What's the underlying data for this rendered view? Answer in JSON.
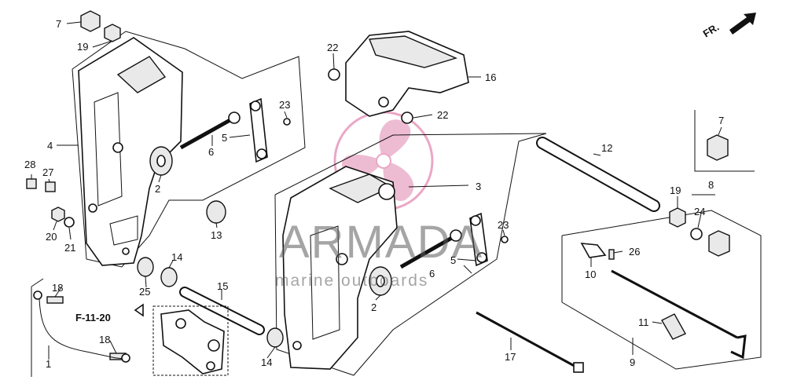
{
  "diagram": {
    "part_numbers": {
      "p1": "1",
      "p2a": "2",
      "p2b": "2",
      "p3": "3",
      "p4": "4",
      "p5a": "5",
      "p5b": "5",
      "p6a": "6",
      "p6b": "6",
      "p7a": "7",
      "p7b": "7",
      "p8": "8",
      "p9": "9",
      "p10": "10",
      "p11": "11",
      "p12": "12",
      "p13": "13",
      "p14a": "14",
      "p14b": "14",
      "p15": "15",
      "p16": "16",
      "p17": "17",
      "p18a": "18",
      "p18b": "18",
      "p19a": "19",
      "p19b": "19",
      "p20": "20",
      "p21": "21",
      "p22a": "22",
      "p22b": "22",
      "p23a": "23",
      "p23b": "23",
      "p24": "24",
      "p25": "25",
      "p26": "26",
      "p27": "27",
      "p28": "28"
    },
    "reference_label": "F-11-20",
    "direction_label": "FR."
  },
  "watermark": {
    "brand": "ARMADA",
    "tagline": "marine outboards",
    "colors": {
      "logo_pink": "#e8a6c3",
      "logo_ring": "#e58ab2",
      "text": "#5c5c5c"
    }
  }
}
